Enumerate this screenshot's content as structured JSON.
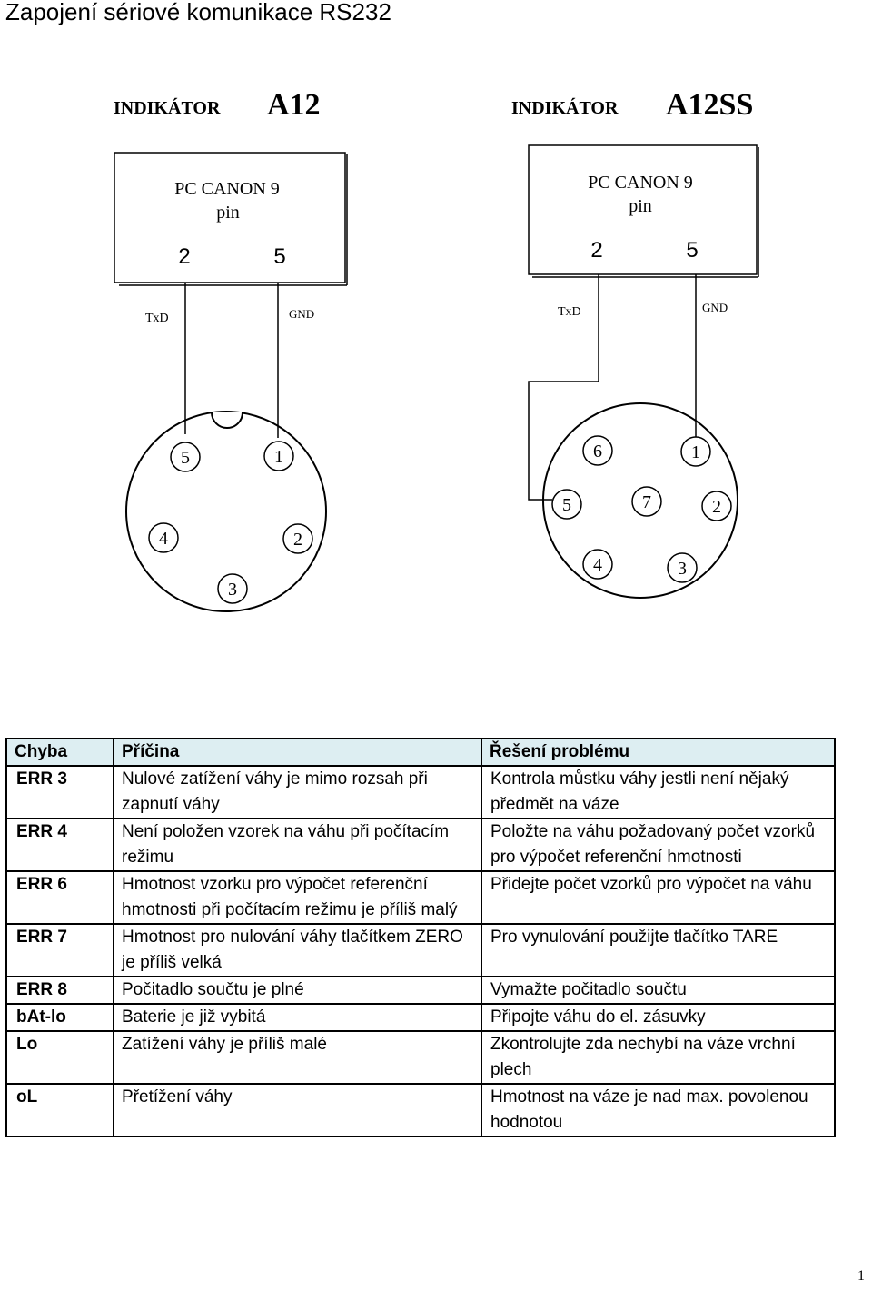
{
  "page": {
    "title": "Zapojení sériové komunikace RS232",
    "page_number": "1"
  },
  "left_indicator": {
    "heading_prefix": "INDIKÁTOR",
    "heading_model": "A12",
    "box_line1": "PC CANON 9",
    "box_line2": "pin",
    "pin_a": "2",
    "pin_b": "5",
    "signal_a": "TxD",
    "signal_b": "GND",
    "connector_pins": [
      "5",
      "1",
      "4",
      "2",
      "3"
    ]
  },
  "right_indicator": {
    "heading_prefix": "INDIKÁTOR",
    "heading_model": "A12SS",
    "box_line1": "PC CANON 9",
    "box_line2": "pin",
    "pin_a": "2",
    "pin_b": "5",
    "signal_a": "TxD",
    "signal_b": "GND",
    "connector_pins": [
      "6",
      "1",
      "5",
      "7",
      "2",
      "4",
      "3"
    ]
  },
  "error_table": {
    "headers": [
      "Chyba",
      "Příčina",
      "Řešení problému"
    ],
    "rows": [
      {
        "code": "ERR  3",
        "cause": "Nulové zatížení váhy je mimo rozsah při zapnutí váhy",
        "solution": "Kontrola můstku váhy jestli není nějaký předmět na váze"
      },
      {
        "code": "ERR  4",
        "cause": "Není položen vzorek na váhu při počítacím režimu",
        "solution": "Položte na váhu požadovaný počet vzorků pro výpočet referenční hmotnosti"
      },
      {
        "code": "ERR  6",
        "cause": "Hmotnost vzorku pro výpočet referenční hmotnosti při počítacím režimu je příliš malý",
        "solution": "Přidejte počet vzorků pro výpočet na váhu"
      },
      {
        "code": "ERR  7",
        "cause": "Hmotnost pro nulování váhy tlačítkem ZERO je příliš velká",
        "solution": "Pro vynulování použijte tlačítko TARE"
      },
      {
        "code": "ERR  8",
        "cause": "Počitadlo součtu je plné",
        "solution": "Vymažte počitadlo součtu"
      },
      {
        "code": "bAt-lo",
        "cause": "Baterie je již vybitá",
        "solution": "Připojte váhu do el. zásuvky"
      },
      {
        "code": "Lo",
        "cause": "Zatížení váhy je příliš malé",
        "solution": "Zkontrolujte zda nechybí na váze vrchní plech"
      },
      {
        "code": "oL",
        "cause": "Přetížení váhy",
        "solution": "Hmotnost na váze je nad max. povolenou hodnotou"
      }
    ]
  }
}
